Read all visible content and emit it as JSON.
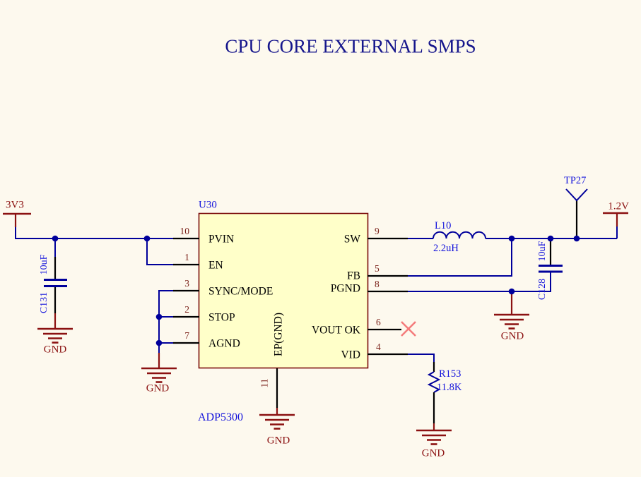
{
  "title": "CPU CORE EXTERNAL SMPS",
  "ic": {
    "designator": "U30",
    "part_number": "ADP5300",
    "left_pins": [
      {
        "number": "10",
        "name": "PVIN"
      },
      {
        "number": "1",
        "name": "EN"
      },
      {
        "number": "3",
        "name": "SYNC/MODE"
      },
      {
        "number": "2",
        "name": "STOP"
      },
      {
        "number": "7",
        "name": "AGND"
      }
    ],
    "right_pins": [
      {
        "number": "9",
        "name": "SW"
      },
      {
        "number": "5",
        "name": "FB"
      },
      {
        "number": "8",
        "name": "PGND"
      },
      {
        "number": "6",
        "name": "VOUT OK"
      },
      {
        "number": "4",
        "name": "VID"
      }
    ],
    "bottom_pin": {
      "number": "11",
      "name": "EP(GND)"
    }
  },
  "components": {
    "input_cap": {
      "designator": "C131",
      "value": "10uF"
    },
    "output_cap": {
      "designator": "C128",
      "value": "10uF"
    },
    "inductor": {
      "designator": "L10",
      "value": "2.2uH"
    },
    "feedback_resistor": {
      "designator": "R153",
      "value": "11.8K"
    },
    "test_point": {
      "designator": "TP27"
    }
  },
  "nets": {
    "input_rail": "3V3",
    "output_rail": "1.2V",
    "ground": "GND"
  },
  "colors": {
    "background": "#FDF9EE",
    "wire": "#00009B",
    "pin_black": "#000000",
    "ic_fill": "#FFFFC9",
    "ic_border": "#7A0B0B",
    "designator_blue": "#1414DC",
    "net_label_red": "#8B1111",
    "pin_number_brown": "#7C241C",
    "title_blue": "#16168C",
    "no_connect": "#F47C7C"
  }
}
